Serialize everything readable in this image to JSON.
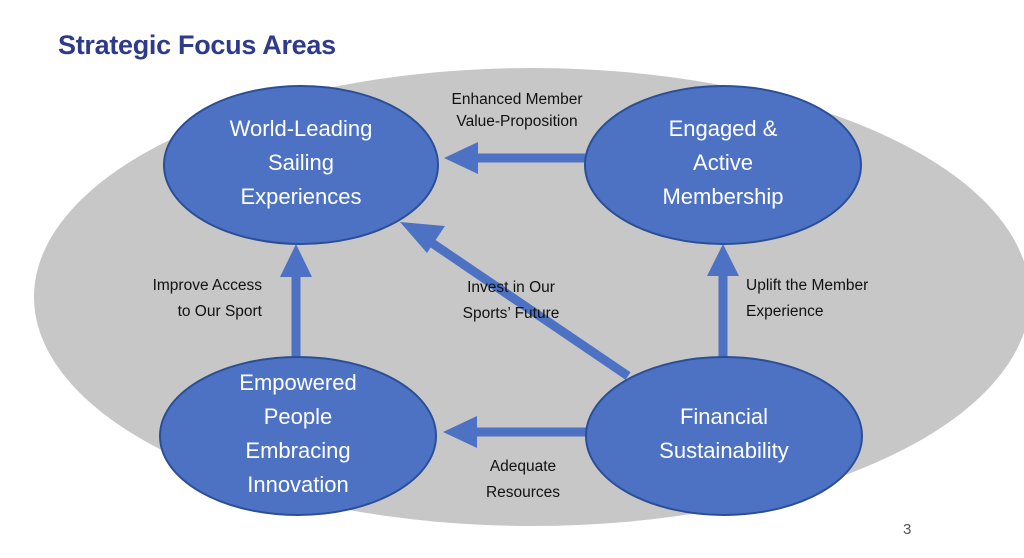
{
  "title": "Strategic Focus Areas",
  "page_number": "3",
  "colors": {
    "title": "#2e3a8c",
    "node_fill": "#4d72c4",
    "node_stroke": "#2b4f96",
    "arrow": "#4d72c4",
    "background_ellipse": "#c7c7c7",
    "node_text": "#ffffff",
    "label_text": "#111111"
  },
  "nodes": {
    "world_leading": {
      "lines": [
        "World-Leading",
        "Sailing",
        "Experiences"
      ]
    },
    "engaged": {
      "lines": [
        "Engaged &",
        "Active",
        "Membership"
      ]
    },
    "empowered": {
      "lines": [
        "Empowered",
        "People",
        "Embracing",
        "Innovation"
      ]
    },
    "financial": {
      "lines": [
        "Financial",
        "Sustainability"
      ]
    }
  },
  "edges": {
    "value_proposition": {
      "from": "Engaged & Active Membership",
      "to": "World-Leading Sailing Experiences",
      "label": [
        "Enhanced Member",
        "Value-Proposition"
      ]
    },
    "sport_access": {
      "from": "Empowered People Embracing Innovation",
      "to": "World-Leading Sailing Experiences",
      "label": [
        "Improve Access",
        "to Our Sport"
      ]
    },
    "future_investment": {
      "from": "Financial Sustainability",
      "to": "World-Leading Sailing Experiences",
      "label": [
        "Invest in Our",
        "Sports’ Future"
      ]
    },
    "member_experience": {
      "from": "Financial Sustainability",
      "to": "Engaged & Active Membership",
      "label": [
        "Uplift the Member",
        "Experience"
      ]
    },
    "resources": {
      "from": "Financial Sustainability",
      "to": "Empowered People Embracing Innovation",
      "label": [
        "Adequate",
        "Resources"
      ]
    }
  }
}
